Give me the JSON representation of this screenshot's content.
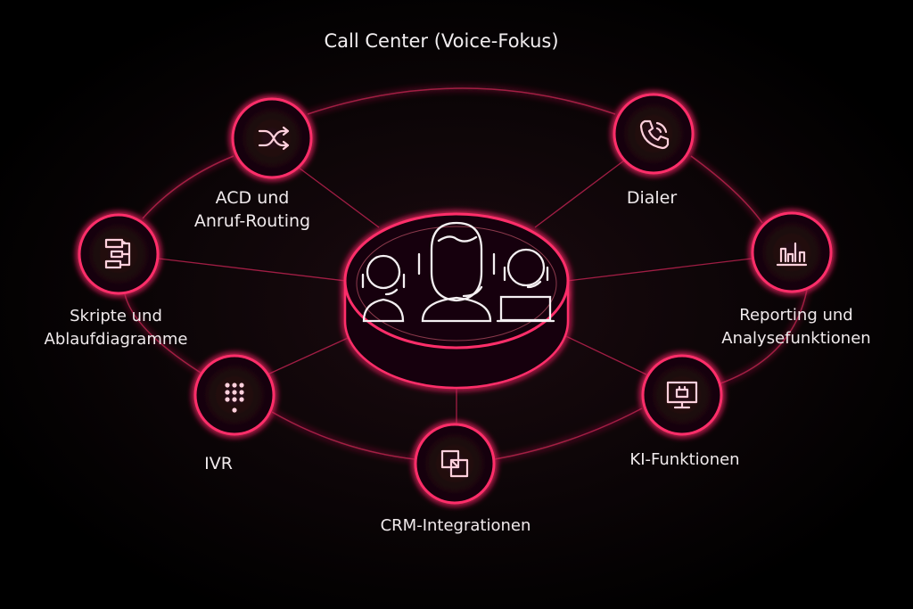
{
  "title": "Call Center (Voice-Fokus)",
  "accent": "#ff2d6a",
  "center": {
    "icon": "call-center-agents-icon"
  },
  "nodes": [
    {
      "id": "acd",
      "line1": "ACD und",
      "line2": "Anruf-Routing",
      "icon": "shuffle-icon"
    },
    {
      "id": "dialer",
      "line1": "Dialer",
      "line2": "",
      "icon": "phone-icon"
    },
    {
      "id": "skripte",
      "line1": "Skripte und",
      "line2": "Ablaufdiagramme",
      "icon": "flowchart-icon"
    },
    {
      "id": "reporting",
      "line1": "Reporting und",
      "line2": "Analysefunktionen",
      "icon": "bar-chart-icon"
    },
    {
      "id": "ivr",
      "line1": "IVR",
      "line2": "",
      "icon": "keypad-icon"
    },
    {
      "id": "ki",
      "line1": "KI-Funktionen",
      "line2": "",
      "icon": "ai-monitor-icon"
    },
    {
      "id": "crm",
      "line1": "CRM-Integrationen",
      "line2": "",
      "icon": "integration-squares-icon"
    }
  ]
}
